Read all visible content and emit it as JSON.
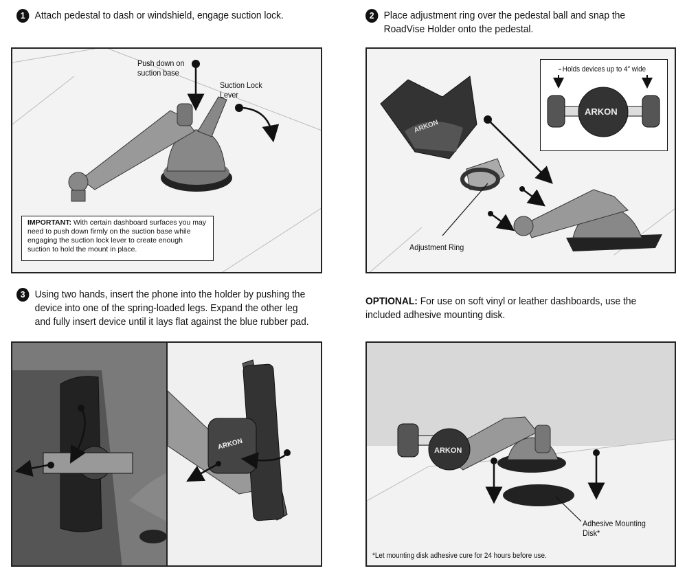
{
  "step1": {
    "number": "1",
    "text": "Attach pedestal to dash or windshield, engage suction lock.",
    "labels": {
      "push_down": "Push down on\nsuction base",
      "suction_lever": "Suction Lock\nLever"
    },
    "important": {
      "heading": "IMPORTANT:",
      "body": " With certain dashboard surfaces you may need to push down firmly on the suction base while engaging the suction lock lever to create enough suction to hold the mount in place."
    }
  },
  "step2": {
    "number": "2",
    "text": "Place adjustment ring over the pedestal ball and snap the\nRoadVise Holder onto the pedestal.",
    "labels": {
      "holds_devices": "Holds devices up to 4\" wide",
      "adjustment_ring": "Adjustment Ring",
      "brand": "ARKON"
    }
  },
  "step3": {
    "number": "3",
    "text": "Using two hands, insert the phone into the holder by pushing the\ndevice into one of the spring-loaded legs. Expand the other leg\nand fully insert device until it lays flat against the blue rubber pad.",
    "labels": {
      "brand": "ARKON"
    }
  },
  "optional": {
    "heading": "OPTIONAL:",
    "text": " For use on soft vinyl or leather dashboards, use the\nincluded adhesive mounting disk.",
    "labels": {
      "disk": "Adhesive Mounting\nDisk*",
      "note": "*Let mounting disk adhesive cure for 24 hours before use.",
      "brand": "ARKON"
    }
  }
}
